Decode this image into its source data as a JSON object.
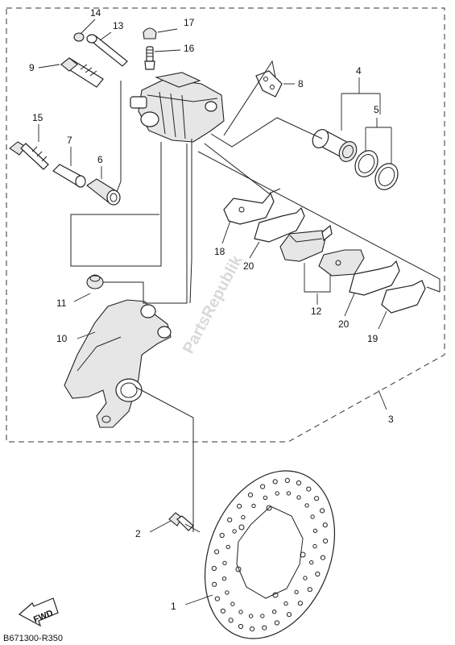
{
  "callouts": [
    {
      "id": "c1",
      "text": "1"
    },
    {
      "id": "c2",
      "text": "2"
    },
    {
      "id": "c3",
      "text": "3"
    },
    {
      "id": "c4",
      "text": "4"
    },
    {
      "id": "c5",
      "text": "5"
    },
    {
      "id": "c6",
      "text": "6"
    },
    {
      "id": "c7",
      "text": "7"
    },
    {
      "id": "c8",
      "text": "8"
    },
    {
      "id": "c9",
      "text": "9"
    },
    {
      "id": "c10",
      "text": "10"
    },
    {
      "id": "c11",
      "text": "11"
    },
    {
      "id": "c12",
      "text": "12"
    },
    {
      "id": "c13",
      "text": "13"
    },
    {
      "id": "c14",
      "text": "14"
    },
    {
      "id": "c15",
      "text": "15"
    },
    {
      "id": "c16",
      "text": "16"
    },
    {
      "id": "c17",
      "text": "17"
    },
    {
      "id": "c18",
      "text": "18"
    },
    {
      "id": "c19",
      "text": "19"
    },
    {
      "id": "c20a",
      "text": "20"
    },
    {
      "id": "c20b",
      "text": "20"
    }
  ],
  "fwd_label": "FWD",
  "diagram_code": "B671300-R350",
  "watermark": "PartsRepublik"
}
